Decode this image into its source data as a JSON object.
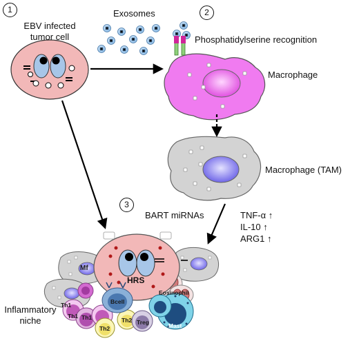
{
  "steps": {
    "one": "1",
    "two": "2",
    "three": "3"
  },
  "labels": {
    "ebv_cell": "EBV infected\ntumor cell",
    "exosomes": "Exosomes",
    "ps_recognition": "Phosphatidylserine recognition",
    "macrophage": "Macrophage",
    "macrophage_tam": "Macrophage (TAM)",
    "bart_mirnas": "BART miRNAs",
    "tnf": "TNF-α ↑",
    "il10": "IL-10 ↑",
    "arg1": "ARG1 ↑",
    "inflammatory_niche": "Inflammatory\nniche"
  },
  "niche_cells": {
    "hrs": "HRS",
    "mf": "Mf",
    "bcell": "Bcell",
    "eosinophil": "Eosinophil",
    "treg": "Treg",
    "mast": "Mast",
    "th1_a": "Th1",
    "th1_b": "Th1",
    "th1_c": "Th1",
    "th2_a": "Th2",
    "th2_b": "Th2"
  },
  "colors": {
    "tumor_cell": "#f2b8b8",
    "macrophage": "#f07bf0",
    "tam": "#d3d3d3",
    "nucleus_tam": "#8a83f0",
    "exosome": "#a9cff0"
  }
}
